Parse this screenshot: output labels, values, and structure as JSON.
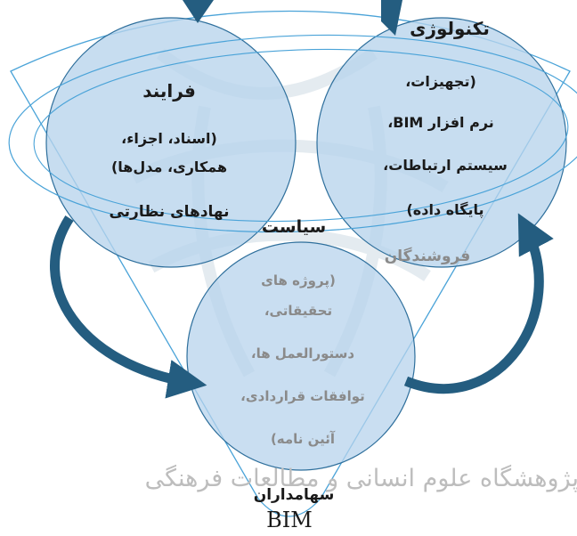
{
  "colors": {
    "circle_fill": "#b7d3ec",
    "circle_stroke": "#2e6f9c",
    "arrow": "#245d80",
    "ring_stroke": "#4aa3d8",
    "watermark": "#bdbdbd"
  },
  "labels": {
    "process_title": "فرایند",
    "process_line1": "(اسناد، اجزاء،",
    "process_line2": "همکاری، مدل‌ها)",
    "process_line3": "نهادهای نظارتی",
    "technology_title": "تکنولوژی",
    "technology_line1": "(تجهیزات،",
    "technology_line2": "نرم افزار BIM،",
    "technology_line3": "سیستم ارتباطات،",
    "technology_line4": "پایگاه داده)",
    "vendors": "فروشندگان",
    "policy_title": "سیاست",
    "policy_line1": "(پروژه های",
    "policy_line2": "تحقیقاتی،",
    "policy_line3": "دستورالعمل ها،",
    "policy_line4": "توافقات قراردادی،",
    "policy_line5": "آئین نامه)",
    "stakeholders": "سهامداران",
    "bim": "BIM"
  },
  "watermark": {
    "text": "پژوهشگاه علوم انسانی و مطالعات فرهنگی"
  }
}
